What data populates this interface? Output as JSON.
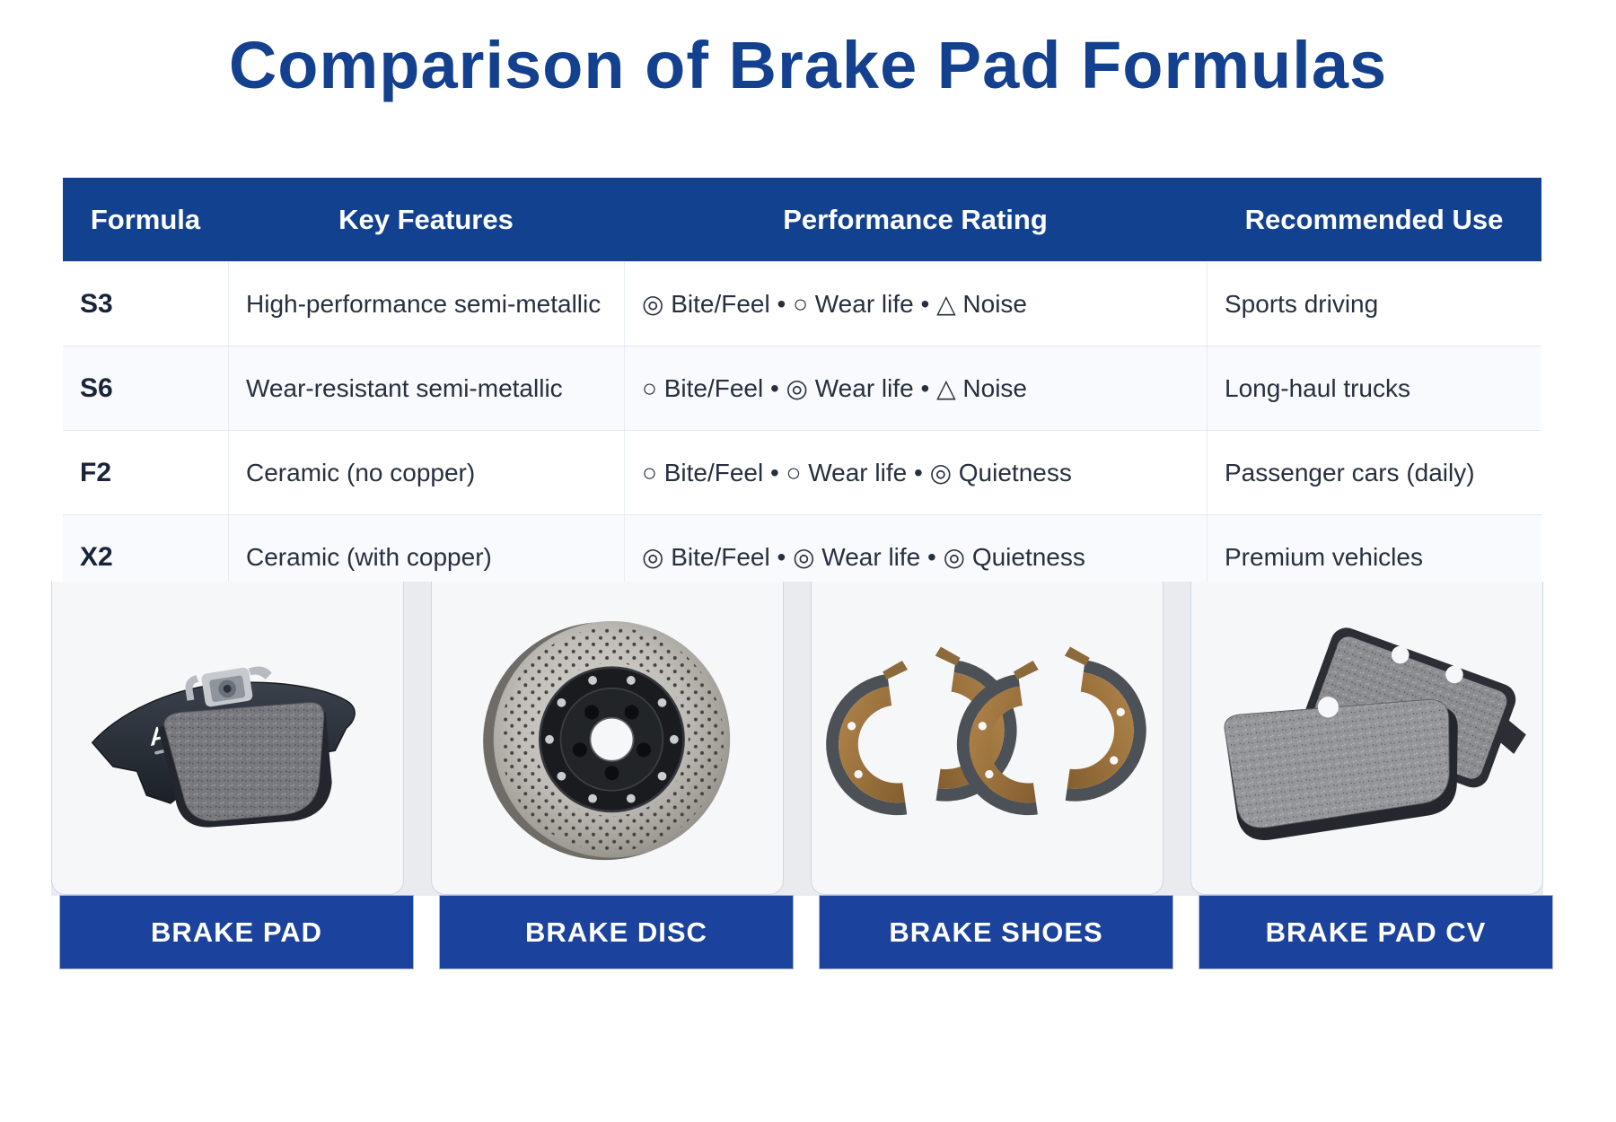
{
  "title": "Comparison of Brake Pad Formulas",
  "colors": {
    "title_blue": "#14418f",
    "header_blue": "#12418f",
    "label_bar_blue": "#1b429c",
    "alt_row": "#f8fafd",
    "panel_bg": "#f6f7f8"
  },
  "table": {
    "columns": [
      "Formula",
      "Key Features",
      "Performance Rating",
      "Recommended Use"
    ],
    "rows": [
      {
        "formula": "S3",
        "features": "High-performance semi-metallic",
        "rating": "◎ Bite/Feel • ○ Wear life • △ Noise",
        "use": "Sports driving"
      },
      {
        "formula": "S6",
        "features": "Wear-resistant semi-metallic",
        "rating": "○ Bite/Feel • ◎ Wear life • △ Noise",
        "use": "Long-haul trucks"
      },
      {
        "formula": "F2",
        "features": "Ceramic (no copper)",
        "rating": "○ Bite/Feel • ○ Wear life • ◎ Quietness",
        "use": "Passenger cars (daily)"
      },
      {
        "formula": "X2",
        "features": "Ceramic (with copper)",
        "rating": "◎ Bite/Feel • ◎ Wear life • ◎ Quietness",
        "use": "Premium vehicles"
      }
    ]
  },
  "products": [
    {
      "label": "BRAKE PAD",
      "brand": "Annat"
    },
    {
      "label": "BRAKE DISC"
    },
    {
      "label": "BRAKE SHOES"
    },
    {
      "label": "BRAKE PAD CV"
    }
  ]
}
